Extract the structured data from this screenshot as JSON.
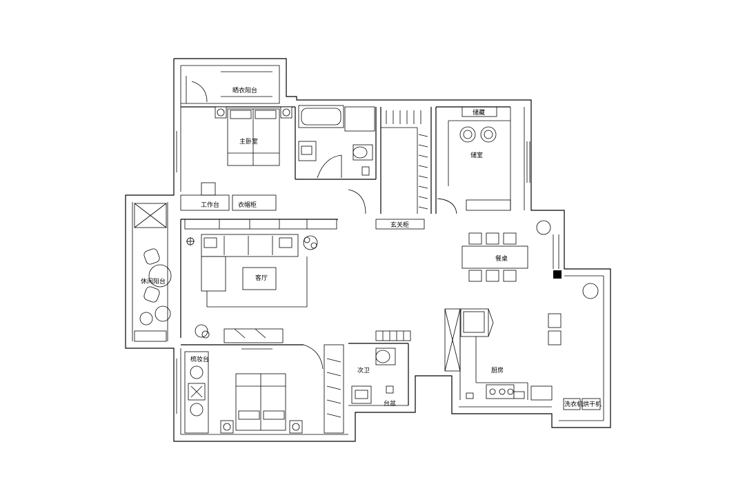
{
  "rooms": {
    "laundry_balcony": "晒衣阳台",
    "master_bedroom": "主卧室",
    "desk": "工作台",
    "wardrobe": "衣帽柜",
    "storage_sign": "储藏",
    "storage_room": "储室",
    "entry_cabinet": "玄关柜",
    "dining_table": "餐桌",
    "living_room": "客厅",
    "leisure_balcony": "休闲阳台",
    "dressing_table": "梳妆台",
    "second_bath": "次卫",
    "kitchen": "厨房",
    "washer": "洗衣机",
    "dryer": "烘干机",
    "basin_label": "台盆"
  }
}
